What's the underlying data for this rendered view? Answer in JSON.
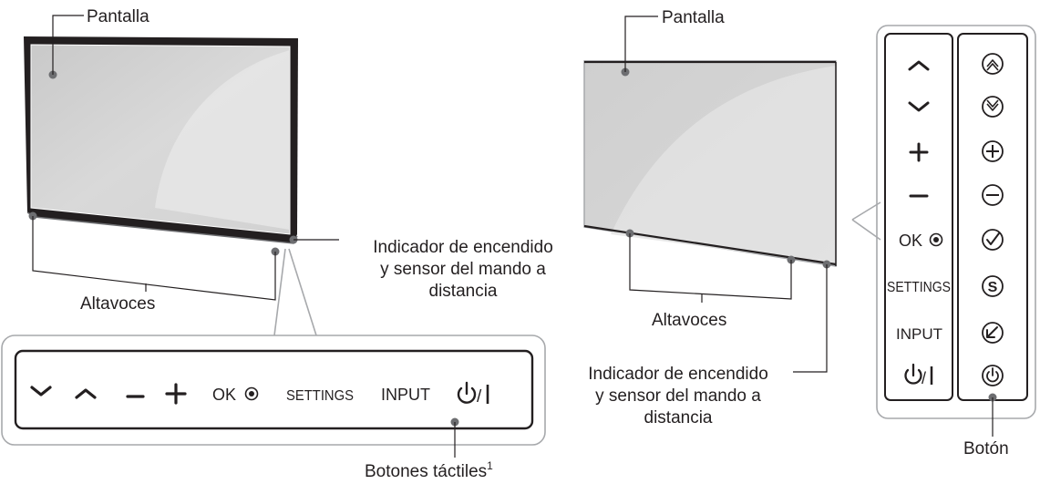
{
  "left_tv": {
    "screen_label": "Pantalla",
    "speakers_label": "Altavoces",
    "indicator_lines": [
      "Indicador de encendido",
      "y sensor del mando a",
      "distancia"
    ],
    "touch_buttons_label": "Botones táctiles",
    "touch_buttons_superscript": "1",
    "touch_panel": {
      "buttons": [
        {
          "icon": "chevron-down-icon"
        },
        {
          "icon": "chevron-up-icon"
        },
        {
          "icon": "minus-icon"
        },
        {
          "icon": "plus-icon"
        },
        {
          "label": "OK",
          "icon": "ok-dot-icon"
        },
        {
          "label": "SETTINGS"
        },
        {
          "label": "INPUT"
        },
        {
          "icon": "power-icon",
          "label": "/"
        }
      ]
    }
  },
  "right_tv": {
    "screen_label": "Pantalla",
    "speakers_label": "Altavoces",
    "indicator_lines": [
      "Indicador de encendido",
      "y sensor del mando a",
      "distancia"
    ],
    "button_label": "Botón",
    "side_panel": {
      "left_column": [
        {
          "icon": "chevron-up-icon"
        },
        {
          "icon": "chevron-down-icon"
        },
        {
          "icon": "plus-icon"
        },
        {
          "icon": "minus-icon"
        },
        {
          "label": "OK",
          "icon": "ok-dot-icon"
        },
        {
          "label": "SETTINGS"
        },
        {
          "label": "INPUT"
        },
        {
          "icon": "power-icon",
          "label": "/"
        }
      ],
      "right_column": [
        {
          "icon": "circle-up-icon"
        },
        {
          "icon": "circle-down-icon"
        },
        {
          "icon": "circle-plus-icon"
        },
        {
          "icon": "circle-minus-icon"
        },
        {
          "icon": "circle-check-icon"
        },
        {
          "icon": "circle-settings-icon"
        },
        {
          "icon": "circle-input-icon"
        },
        {
          "icon": "circle-power-icon"
        }
      ],
      "circle_settings_letter": "S"
    }
  }
}
